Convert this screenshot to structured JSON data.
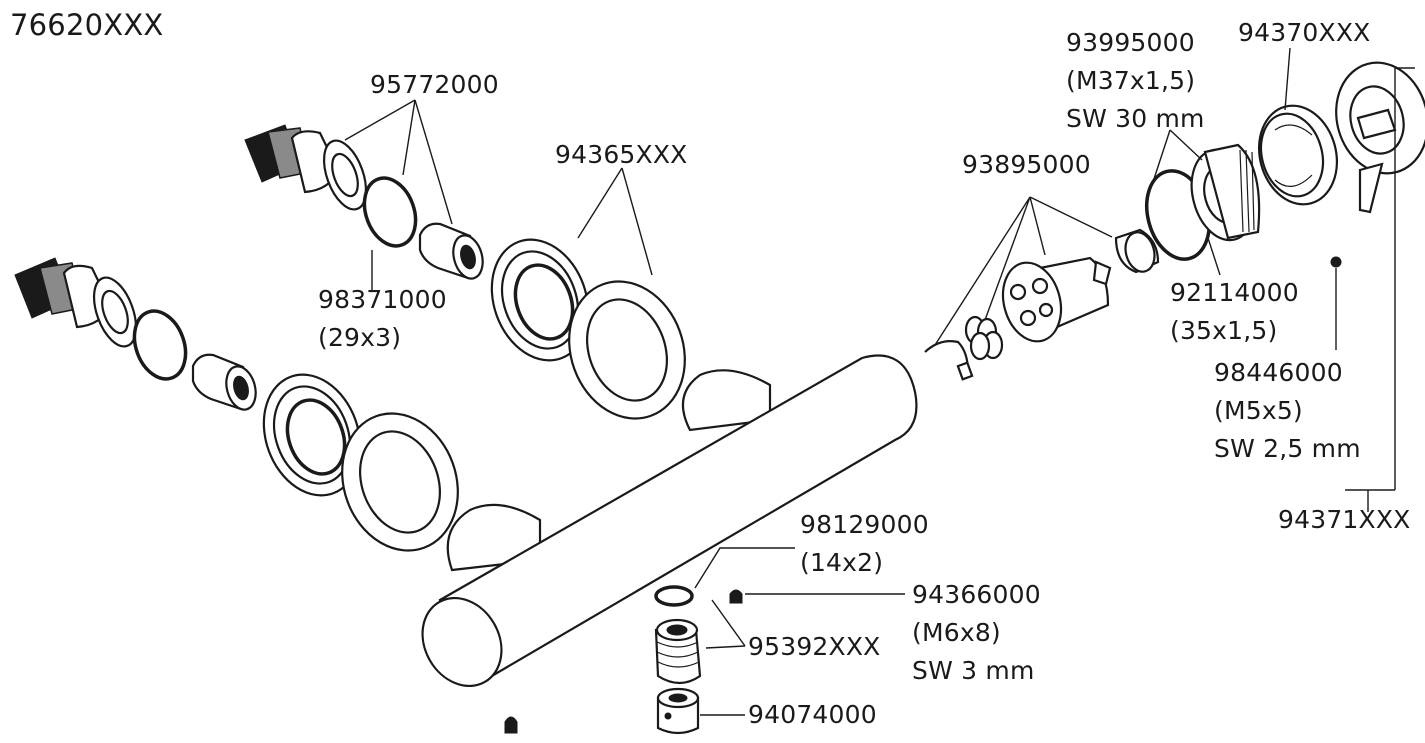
{
  "title": "76620XXX",
  "labels": {
    "p95772000": "95772000",
    "p98371000": "98371000",
    "p98371000_size": "(29x3)",
    "p94365xxx": "94365XXX",
    "p93895000": "93895000",
    "p93995000": "93995000",
    "p93995000_size": "(M37x1,5)",
    "p93995000_sw": "SW 30 mm",
    "p94370xxx": "94370XXX",
    "p92114000": "92114000",
    "p92114000_size": "(35x1,5)",
    "p98446000": "98446000",
    "p98446000_size": "(M5x5)",
    "p98446000_sw": "SW 2,5 mm",
    "p94371xxx": "94371XXX",
    "p98129000": "98129000",
    "p98129000_size": "(14x2)",
    "p94366000": "94366000",
    "p94366000_size": "(M6x8)",
    "p94366000_sw": "SW 3 mm",
    "p95392xxx": "95392XXX",
    "p94074000": "94074000"
  },
  "colors": {
    "line": "#1a1a1a",
    "background": "#ffffff",
    "shade": "#8a8a8a"
  }
}
